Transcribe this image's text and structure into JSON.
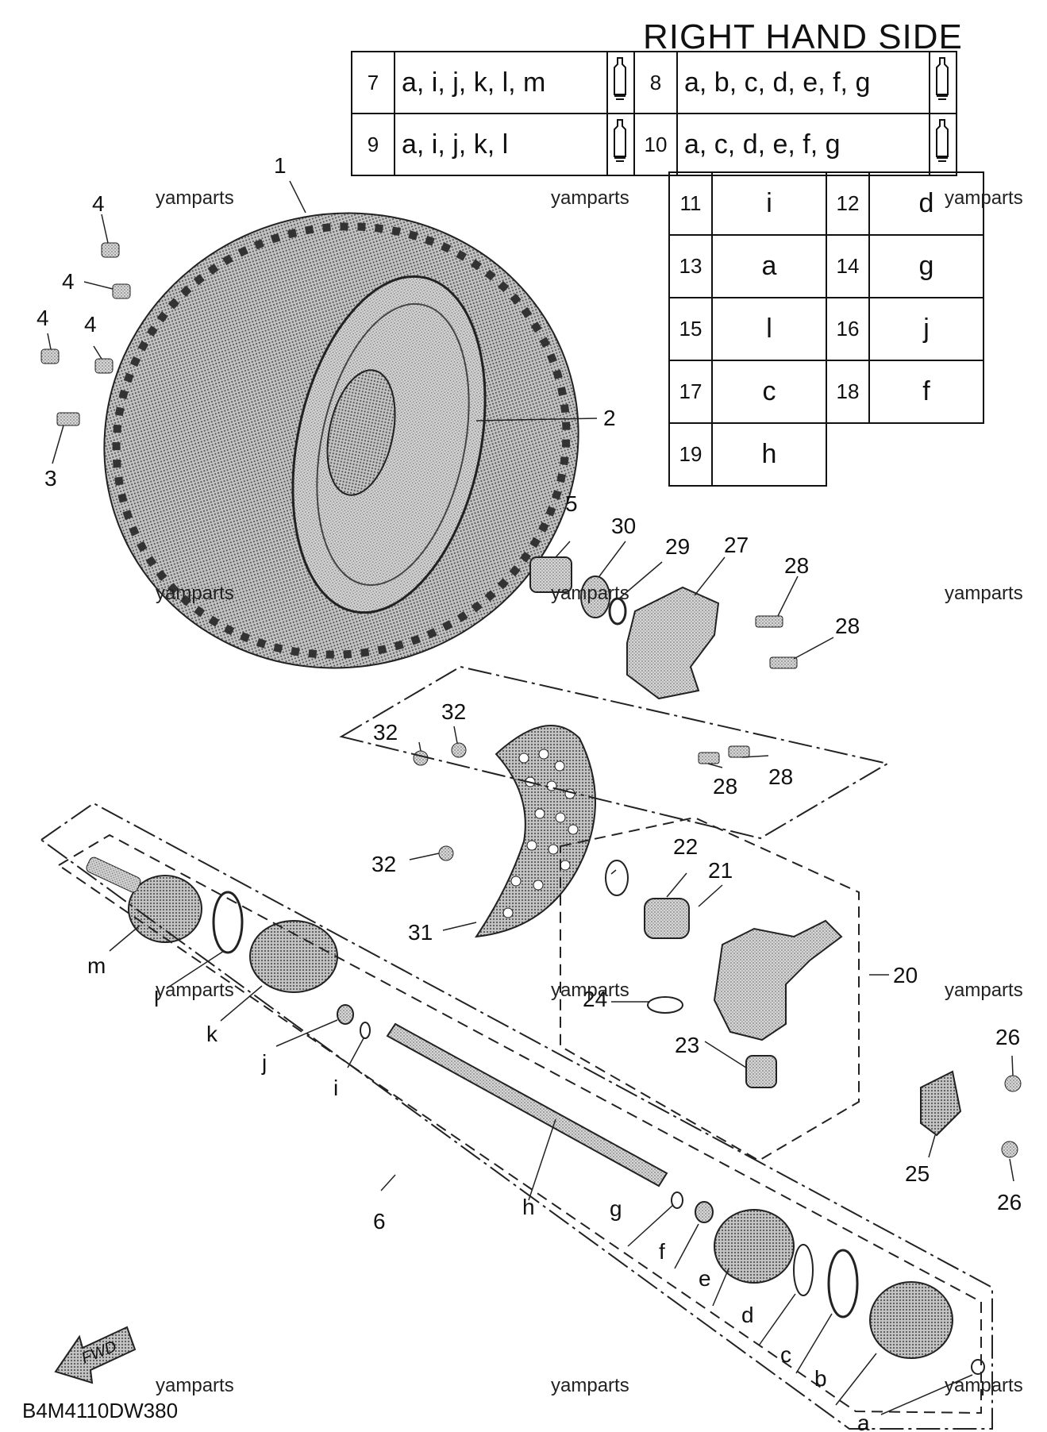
{
  "title": "RIGHT HAND SIDE",
  "diagram_code": "B4M4110DW380",
  "watermark": "yamparts",
  "fwd_label": "FWD",
  "kits": [
    {
      "num": "7",
      "letters": "a, i, j, k, l, m"
    },
    {
      "num": "8",
      "letters": "a, b, c, d, e, f, g"
    },
    {
      "num": "9",
      "letters": "a, i, j, k, l"
    },
    {
      "num": "10",
      "letters": "a, c, d, e, f, g"
    }
  ],
  "single_map": [
    {
      "num": "11",
      "letter": "i"
    },
    {
      "num": "12",
      "letter": "d"
    },
    {
      "num": "13",
      "letter": "a"
    },
    {
      "num": "14",
      "letter": "g"
    },
    {
      "num": "15",
      "letter": "l"
    },
    {
      "num": "16",
      "letter": "j"
    },
    {
      "num": "17",
      "letter": "c"
    },
    {
      "num": "18",
      "letter": "f"
    },
    {
      "num": "19",
      "letter": "h"
    }
  ],
  "callouts": [
    "1",
    "2",
    "3",
    "4",
    "4",
    "4",
    "4",
    "5",
    "6",
    "20",
    "21",
    "22",
    "23",
    "24",
    "25",
    "26",
    "26",
    "27",
    "28",
    "28",
    "28",
    "28",
    "29",
    "30",
    "31",
    "32",
    "32",
    "32",
    "a",
    "b",
    "c",
    "d",
    "e",
    "f",
    "g",
    "h",
    "i",
    "j",
    "k",
    "l",
    "m"
  ]
}
